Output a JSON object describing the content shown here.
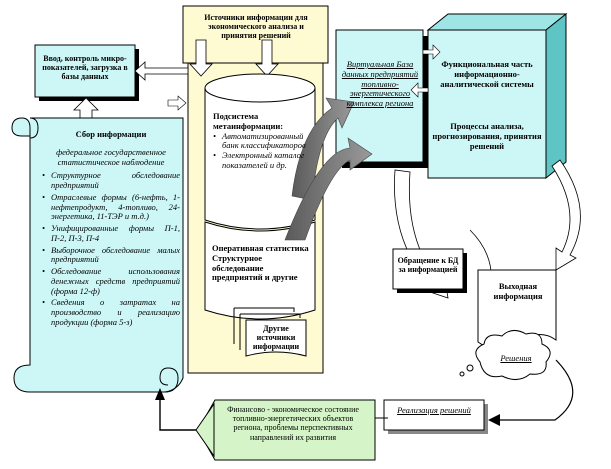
{
  "input": {
    "text": "Ввод, контроль микро-показателей, загрузка в базы данных"
  },
  "sources": {
    "text": "Источники информации для экономического анализа и принятия решений"
  },
  "collection": {
    "title": "Сбор информации",
    "intro": "федеральное государственное статистическое наблюдение",
    "items": [
      "Структурное обследование предприятий",
      "Отраслевые формы (6-нефть, 1-нефтепродукт, 4-топливо, 24-энергетика, 11-ТЭР и т.д.)",
      "Унифицированные формы П-1, П-2, П-3, П-4",
      "Выборочное обследование малых предприятий",
      "Обследование использования денежных средств предприятий (форма 12-ф)",
      "Сведения о затратах на производство и реализацию продукции (форма 5-з)"
    ]
  },
  "meta": {
    "title": "Подсистема метаинформации:",
    "items": [
      "Автоматизированный банк классификаторов",
      "Электронный каталог показателей и др."
    ]
  },
  "operative": {
    "text": "Оперативная статистика Структурное обследование предприятий и другие"
  },
  "other_sources": {
    "text": "Другие источники информации"
  },
  "virtual_db": {
    "text": "Виртуальная База данных предприятий топливно-энергетического комплекса региона"
  },
  "functional": {
    "title": "Функциональная часть информационно-аналитической системы",
    "processes": "Процессы анализа, прогнозирования, принятия решений"
  },
  "db_query": {
    "text": "Обращение к БД за информацией"
  },
  "output_info": {
    "text": "Выходная информация"
  },
  "decisions": {
    "text": "Решения"
  },
  "implementation": {
    "text": "Реализация решений"
  },
  "finance": {
    "text": "Финансово - экономическое состояние топливно-энергетических объектов региона, проблемы перспективных направлений их развития"
  },
  "colors": {
    "cyan": "#cdf7f7",
    "yellow": "#fefad2",
    "green": "#d5f5c8",
    "cube_side": "#5fc4c4",
    "arrow_dark": "#7a7a7a"
  }
}
